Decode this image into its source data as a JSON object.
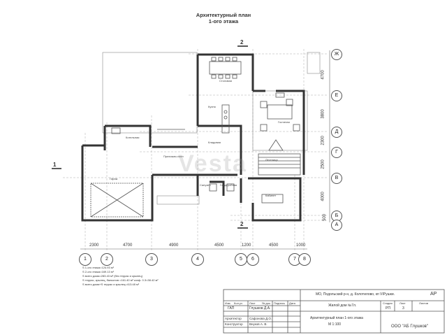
{
  "sheet": {
    "title_line1": "Архитектурный план",
    "title_line2": "1-ого этажа",
    "section_mark": "2",
    "section_mark_left": "1"
  },
  "rooms": {
    "dining": "Столовая",
    "kitchen": "Кухня",
    "living": "Гостиная",
    "boiler": "Котельная",
    "hall": "Прихожая-холл",
    "pantry": "Кладовая",
    "garage": "Гараж",
    "stairs": "Лестница",
    "cabinet": "Кабинет",
    "bathroom": "Санузел",
    "dressing": "Гардеробная"
  },
  "axes": {
    "numbers": [
      "1",
      "2",
      "3",
      "4",
      "5",
      "6",
      "7",
      "8"
    ],
    "letters": [
      "Ж",
      "Е",
      "Д",
      "Г",
      "В",
      "Б",
      "А"
    ]
  },
  "dims": {
    "bottom": [
      "2300",
      "4700",
      "4900",
      "4500",
      "1200",
      "4500",
      "1000"
    ],
    "right": [
      "4700",
      "3800",
      "2300",
      "2500",
      "4000",
      "500"
    ]
  },
  "notes": [
    "S 1-ого этажа=124.93 м²",
    "S 2-ого этажа=169.13 м²",
    "S всего дома=283.43 м² (без террас и крылец)",
    "S террас, крылец, балконов =161.40 м² коэф. 0.3=38.42 м²",
    "S всего дома+S террас и крылец=413.48 м²"
  ],
  "titleblock": {
    "project": "МО, Подольский р-н, д. Колотилово, кп VIPушки.",
    "stage_code": "АР",
    "object": "Жилой дом №7л.",
    "sheet_name": "Архитектурный план 1-ого этажа",
    "scale": "М 1:100",
    "stage_label": "Стадия",
    "stage_value": "РП",
    "sheet_label": "Лист",
    "sheet_value": "3",
    "sheets_label": "Листов",
    "company": "ООО \"АБ Глушков\"",
    "col_headers": [
      "Изм.",
      "Кол.уч",
      "Лист",
      "№ док.",
      "Подпись",
      "Дата"
    ],
    "rows": [
      {
        "role": "ГАП",
        "name": "Глушков Д.А."
      },
      {
        "role": "Архитектор",
        "name": "Сафонова Д.О."
      },
      {
        "role": "Конструктор",
        "name": "Внуков А. В."
      }
    ]
  },
  "watermark": "Vesta"
}
